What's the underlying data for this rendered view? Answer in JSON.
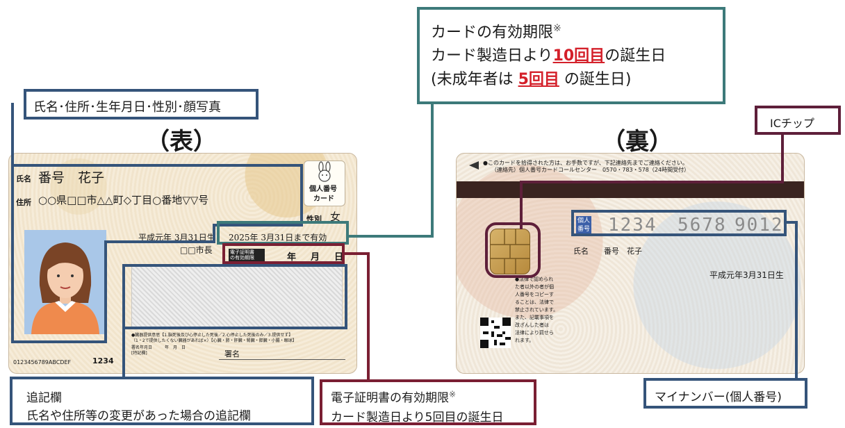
{
  "front": {
    "heading": "（表）",
    "name_label": "氏名",
    "name_value": "番号　花子",
    "address_label": "住所",
    "address_value": "○○県□□市△△町◇丁目○番地▽▽号",
    "mark_line1": "個人番号",
    "mark_line2": "カード",
    "sex_label": "性別",
    "sex_value": "女",
    "birth": "平成元年 3月31日生",
    "expiry": "2025年 3月31日まで有効",
    "issuer": "□□市長",
    "cert_label_1": "電子証明書",
    "cert_label_2": "の有効期限",
    "cert_ymd": "年　月　日",
    "donor_line1": "●臓器提供意思【1.脳死後及び心停止した死後／2.心停止した死後のみ／3.提供せず】",
    "donor_line2": "（1・2で提供したくない臓器があれば×）【心臓・肺・肝臓・腎臓・膵臓・小腸・眼球】",
    "donor_line3": "署名年月日　　　年　月　日",
    "donor_line4": "[特記欄]",
    "signature_label": "署名",
    "serial": "0123456789ABCDEF",
    "pin": "1234"
  },
  "back": {
    "heading": "（裏）",
    "notice_line1": "●このカードを拾得された方は、お手数ですが、下記連絡先までご連絡ください。",
    "notice_line2": "（連絡先）個人番号カードコールセンター　0570・783・578（24時間受付）",
    "number_label_1": "個人",
    "number_label_2": "番号",
    "number_groups": [
      "1234",
      "5678",
      "9012"
    ],
    "name_label": "氏名",
    "name_value": "番号　花子",
    "birth": "平成元年3月31日生",
    "legal_text": [
      "●法律で認められ",
      "た者以外の者が個",
      "人番号をコピーす",
      "ることは、法律で",
      "禁止されています。",
      "また、記載事項を",
      "改ざんした者は",
      "法律により罰せら",
      "れます。"
    ]
  },
  "callouts": {
    "personal": "氏名･住所･生年月日･性別･顔写真",
    "expiry_title": "カードの有効期限",
    "expiry_mark": "※",
    "expiry_l2_a": "カード製造日より",
    "expiry_l2_red": "10回目",
    "expiry_l2_b": "の誕生日",
    "expiry_l3_a": "(未成年者は ",
    "expiry_l3_red": "5回目",
    "expiry_l3_b": " の誕生日)",
    "chip": "ICチップ",
    "notes_title": "追記欄",
    "notes_desc": "氏名や住所等の変更があった場合の追記欄",
    "cert_title": "電子証明書の有効期限",
    "cert_mark": "※",
    "cert_desc": "カード製造日より5回目の誕生日",
    "mynumber": "マイナンバー(個人番号)"
  }
}
